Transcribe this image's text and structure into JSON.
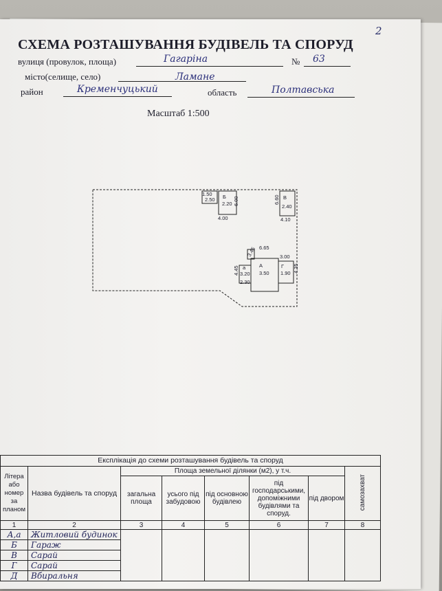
{
  "page_number": "2",
  "title": "СХЕМА РОЗТАШУВАННЯ БУДІВЕЛЬ ТА СПОРУД",
  "address": {
    "street_label": "вулиця (провулок, площа)",
    "street_value": "Гагаріна",
    "number_label": "№",
    "number_value": "63",
    "city_label": "місто(селище, село)",
    "city_value": "Ламане",
    "district_label": "район",
    "district_value": "Кременчуцький",
    "region_label": "область",
    "region_value": "Полтавська"
  },
  "scale": "Масштаб  1:500",
  "plan": {
    "labels": {
      "d1": "1.50",
      "d2": "2.50",
      "b_letter": "Б",
      "b_w": "2.20",
      "b_h": "6.00",
      "b_bottom": "4.00",
      "v_letter": "В",
      "v_h": "6.60",
      "v_w": "2.40",
      "v_bottom": "4.10",
      "top_a": "6.65",
      "g_top": "3.00",
      "a_letter": "А",
      "a_w": "3.50",
      "g_letter": "Г",
      "g_w": "1.90",
      "g_h": "4.35",
      "a_small": "а",
      "a_small_w": "3.20",
      "a_left_h": "4.45",
      "a_bottom": "2.30",
      "diag": "3.45"
    }
  },
  "table": {
    "caption": "Експлікація до схеми розташування будівель та споруд",
    "col_litera": "Літера або номер за планом",
    "col_name": "Назва будівель та споруд",
    "group_area": "Площа земельної ділянки (м2), у т.ч.",
    "col_total": "загальна площа",
    "col_built": "усього під забудовою",
    "col_main": "під основною будівлею",
    "col_aux": "під господарськими, допоміжними будівлями та споруд.",
    "col_yard": "під двором",
    "col_seized": "самозахват",
    "nums": [
      "1",
      "2",
      "3",
      "4",
      "5",
      "6",
      "7",
      "8"
    ],
    "rows": [
      {
        "lit": "А,а",
        "name": "Житловий будинок"
      },
      {
        "lit": "Б",
        "name": "Гараж"
      },
      {
        "lit": "В",
        "name": "Сарай"
      },
      {
        "lit": "Г",
        "name": "Сарай"
      },
      {
        "lit": "Д",
        "name": "Вбиральня"
      }
    ]
  }
}
